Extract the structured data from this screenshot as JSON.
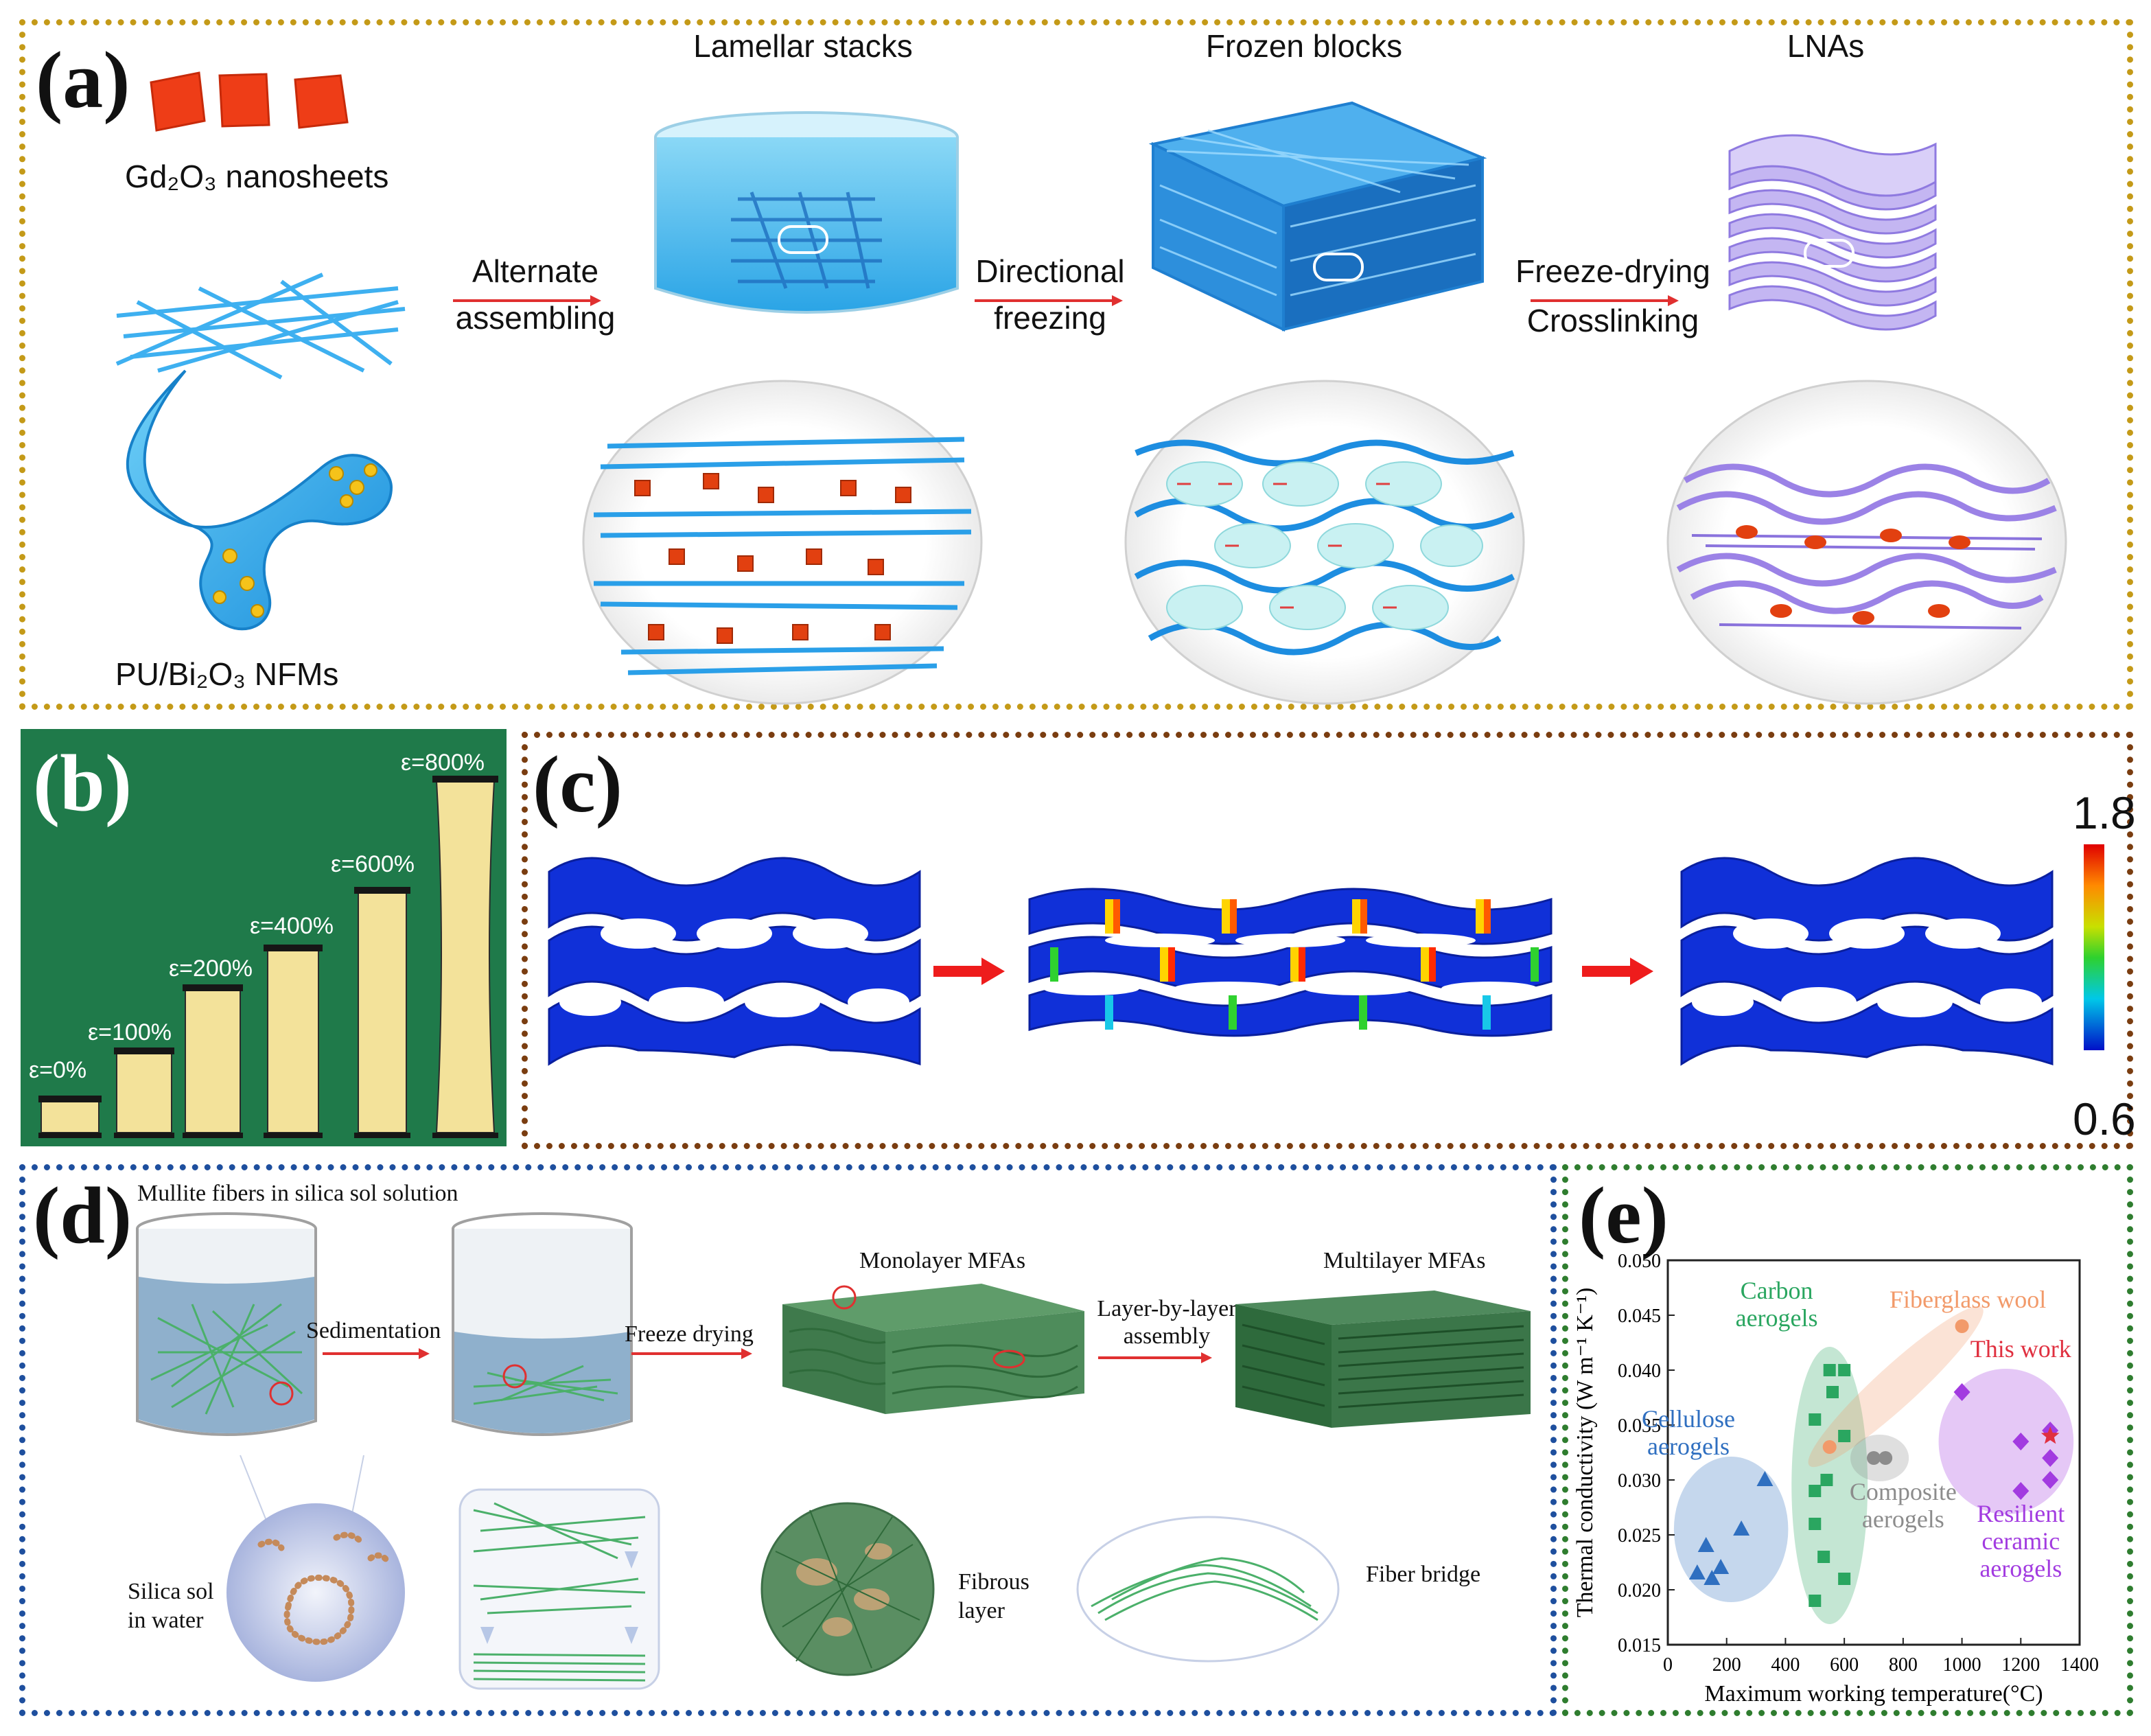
{
  "panel_a": {
    "label": "(a)",
    "gd2o3_text": "Gd₂O₃ nanosheets",
    "pu_text": "PU/Bi₂O₃ NFMs",
    "lamellar_title": "Lamellar stacks",
    "frozen_title": "Frozen blocks",
    "lnas_title": "LNAs",
    "step1_line1": "Alternate",
    "step1_line2": "assembling",
    "step2_line1": "Directional",
    "step2_line2": "freezing",
    "step3_line1": "Freeze-drying",
    "step3_line2": "Crosslinking"
  },
  "panel_b": {
    "label": "(b)",
    "strains": [
      "ε=0%",
      "ε=100%",
      "ε=200%",
      "ε=400%",
      "ε=600%",
      "ε=800%"
    ]
  },
  "panel_c": {
    "label": "(c)",
    "colorbar_max": "1.8",
    "colorbar_min": "0.6"
  },
  "panel_d": {
    "label": "(d)",
    "beaker_title": "Mullite fibers in silica sol solution",
    "sedimentation": "Sedimentation",
    "freeze_drying": "Freeze drying",
    "monolayer": "Monolayer MFAs",
    "layer_line1": "Layer-by-layer",
    "layer_line2": "assembly",
    "multilayer": "Multilayer MFAs",
    "silica_line1": "Silica sol",
    "silica_line2": "in water",
    "fibrous_line1": "Fibrous",
    "fibrous_line2": "layer",
    "fiber_bridge": "Fiber bridge"
  },
  "panel_e": {
    "label": "(e)",
    "colors": {
      "cellulose": "#2f6fc0",
      "carbon": "#2aa660",
      "fiberglass": "#f29a6a",
      "composite": "#8c8c8c",
      "resilient": "#a23be0",
      "thiswork": "#e03040"
    }
  },
  "chart_data": {
    "type": "scatter",
    "xlabel": "Maximum working temperature(°C)",
    "ylabel": "Thermal conductivity (W m⁻¹ K⁻¹)",
    "xlim": [
      0,
      1400
    ],
    "ylim": [
      0.015,
      0.05
    ],
    "xticks": [
      "0",
      "200",
      "400",
      "600",
      "800",
      "1000",
      "1200",
      "1400"
    ],
    "yticks": [
      "0.015",
      "0.020",
      "0.025",
      "0.030",
      "0.035",
      "0.040",
      "0.045",
      "0.050"
    ],
    "series": [
      {
        "name": "Cellulose aerogels",
        "label_lines": [
          "Cellulose",
          "aerogels"
        ],
        "marker": "triangle",
        "color": "#2f6fc0",
        "points": [
          [
            100,
            0.0215
          ],
          [
            130,
            0.024
          ],
          [
            150,
            0.021
          ],
          [
            180,
            0.022
          ],
          [
            250,
            0.0255
          ],
          [
            330,
            0.03
          ]
        ]
      },
      {
        "name": "Carbon aerogels",
        "label_lines": [
          "Carbon",
          "aerogels"
        ],
        "marker": "square",
        "color": "#2aa660",
        "points": [
          [
            500,
            0.019
          ],
          [
            500,
            0.026
          ],
          [
            500,
            0.029
          ],
          [
            500,
            0.0355
          ],
          [
            540,
            0.03
          ],
          [
            550,
            0.04
          ],
          [
            560,
            0.038
          ],
          [
            600,
            0.034
          ],
          [
            600,
            0.04
          ],
          [
            600,
            0.021
          ],
          [
            530,
            0.023
          ]
        ]
      },
      {
        "name": "Fiberglass wool",
        "label_lines": [
          "Fiberglass wool"
        ],
        "marker": "circle",
        "color": "#f29a6a",
        "points": [
          [
            550,
            0.033
          ],
          [
            1000,
            0.044
          ]
        ]
      },
      {
        "name": "Composite aerogels",
        "label_lines": [
          "Composite",
          "aerogels"
        ],
        "marker": "circle",
        "color": "#8c8c8c",
        "points": [
          [
            700,
            0.032
          ],
          [
            740,
            0.032
          ]
        ]
      },
      {
        "name": "Resilient ceramic aerogels",
        "label_lines": [
          "Resilient",
          "ceramic",
          "aerogels"
        ],
        "marker": "diamond",
        "color": "#a23be0",
        "points": [
          [
            1000,
            0.038
          ],
          [
            1200,
            0.0335
          ],
          [
            1200,
            0.029
          ],
          [
            1300,
            0.0345
          ],
          [
            1300,
            0.032
          ],
          [
            1300,
            0.03
          ]
        ]
      },
      {
        "name": "This work",
        "label_lines": [
          "This work"
        ],
        "marker": "star",
        "color": "#e03040",
        "points": [
          [
            1300,
            0.034
          ]
        ]
      }
    ]
  }
}
